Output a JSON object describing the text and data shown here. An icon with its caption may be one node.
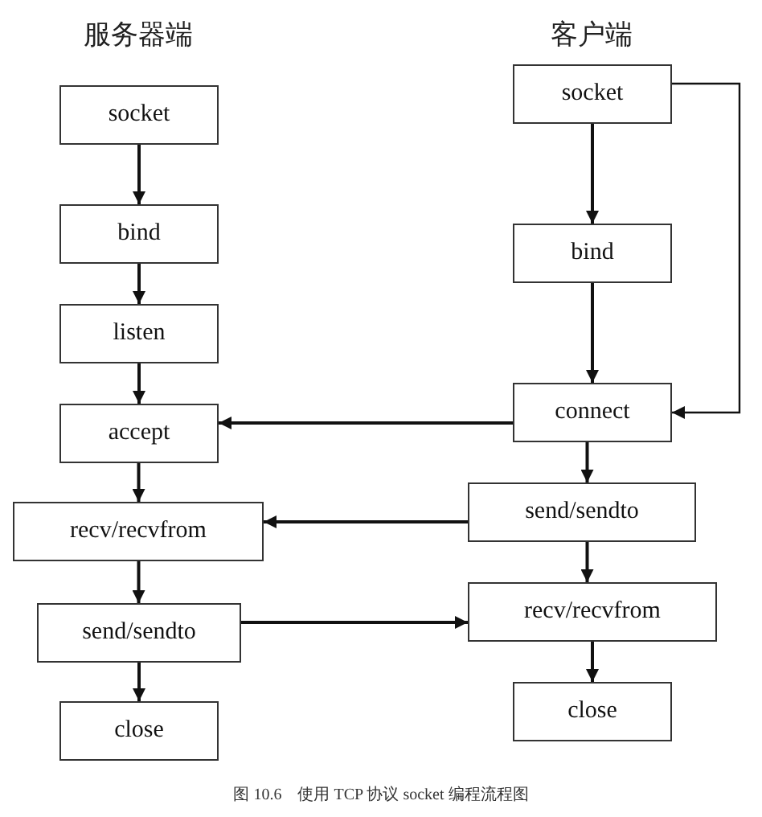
{
  "diagram": {
    "caption": "图 10.6　使用 TCP 协议 socket 编程流程图",
    "nodes": [
      {
        "text": [
          "socket"
        ]
      },
      {
        "text": [
          "bind"
        ]
      },
      {
        "text": [
          "listen"
        ]
      },
      {
        "text": [
          "accept"
        ]
      },
      {
        "text": [
          "recv/recvfrom"
        ]
      },
      {
        "text": [
          "send/sendto"
        ]
      },
      {
        "text": [
          "close"
        ]
      },
      {
        "text": [
          "socket"
        ]
      },
      {
        "text": [
          "bind"
        ]
      },
      {
        "text": [
          "connect"
        ]
      },
      {
        "text": [
          "send/sendto"
        ]
      },
      {
        "text": [
          "recv/recvfrom"
        ]
      },
      {
        "text": [
          "close"
        ]
      }
    ],
    "edges": [
      {
        "from": 0,
        "to": 1,
        "arrow": "to"
      },
      {
        "from": 1,
        "to": 2,
        "arrow": "to"
      },
      {
        "from": 2,
        "to": 3,
        "arrow": "to"
      },
      {
        "from": 3,
        "to": 4,
        "arrow": "to"
      },
      {
        "from": 4,
        "to": 5,
        "arrow": "to"
      },
      {
        "from": 5,
        "to": 6,
        "arrow": "to"
      },
      {
        "from": 7,
        "to": 8,
        "arrow": "to"
      },
      {
        "from": 8,
        "to": 9,
        "arrow": "to"
      },
      {
        "from": 9,
        "to": 10,
        "arrow": "to"
      },
      {
        "from": 10,
        "to": 11,
        "arrow": "to"
      },
      {
        "from": 11,
        "to": 12,
        "arrow": "to"
      },
      {
        "from": 9,
        "to": 3,
        "arrow": "to"
      },
      {
        "from": 10,
        "to": 4,
        "arrow": "to"
      },
      {
        "from": 5,
        "to": 11,
        "arrow": "to"
      },
      {
        "from": 7,
        "to": 9,
        "arrow": "to"
      }
    ],
    "labels": [
      "服务器端",
      "客户端"
    ]
  }
}
